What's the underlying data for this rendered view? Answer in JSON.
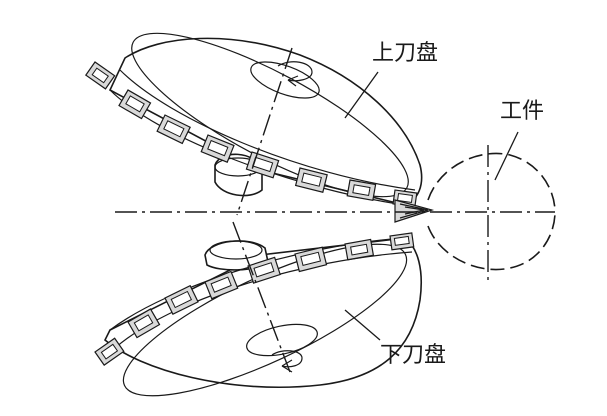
{
  "labels": {
    "upper_cutter": "上刀盘",
    "workpiece": "工件",
    "lower_cutter": "下刀盘"
  },
  "colors": {
    "line": "#1a1a1a",
    "tooth_fill": "#d9d9d9",
    "background": "#ffffff"
  }
}
